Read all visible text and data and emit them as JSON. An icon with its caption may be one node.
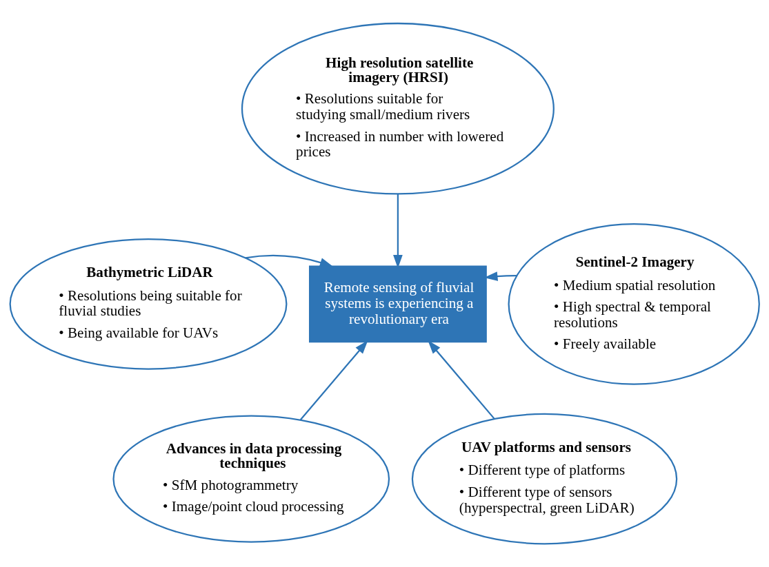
{
  "diagram": {
    "nodes": [
      {
        "text": [
          "High resolution satellite imagery (HRSI)",
          "• Resolutions suitable for studying small/medium rivers",
          "• Increased in number with lowered prices"
        ]
      },
      {
        "text": [
          "Bathymetric LiDAR",
          "• Resolutions being suitable for fluvial studies",
          "• Being available for UAVs"
        ]
      },
      {
        "text": [
          "Sentinel-2 Imagery",
          "• Medium spatial resolution",
          "• High spectral & temporal resolutions",
          "• Freely available"
        ]
      },
      {
        "text": [
          "Remote sensing of fluvial systems is experiencing a revolutionary era"
        ]
      },
      {
        "text": [
          "Advances in data processing techniques",
          "• SfM photogrammetry",
          "• Image/point cloud processing"
        ]
      },
      {
        "text": [
          "UAV platforms and sensors",
          "• Different type of platforms",
          "• Different type of sensors (hyperspectral, green LiDAR)"
        ]
      }
    ],
    "edges": [
      {
        "from": 0,
        "to": 3,
        "arrow": "to"
      },
      {
        "from": 1,
        "to": 3,
        "arrow": "to"
      },
      {
        "from": 2,
        "to": 3,
        "arrow": "to"
      },
      {
        "from": 4,
        "to": 3,
        "arrow": "to"
      },
      {
        "from": 5,
        "to": 3,
        "arrow": "to"
      }
    ]
  }
}
